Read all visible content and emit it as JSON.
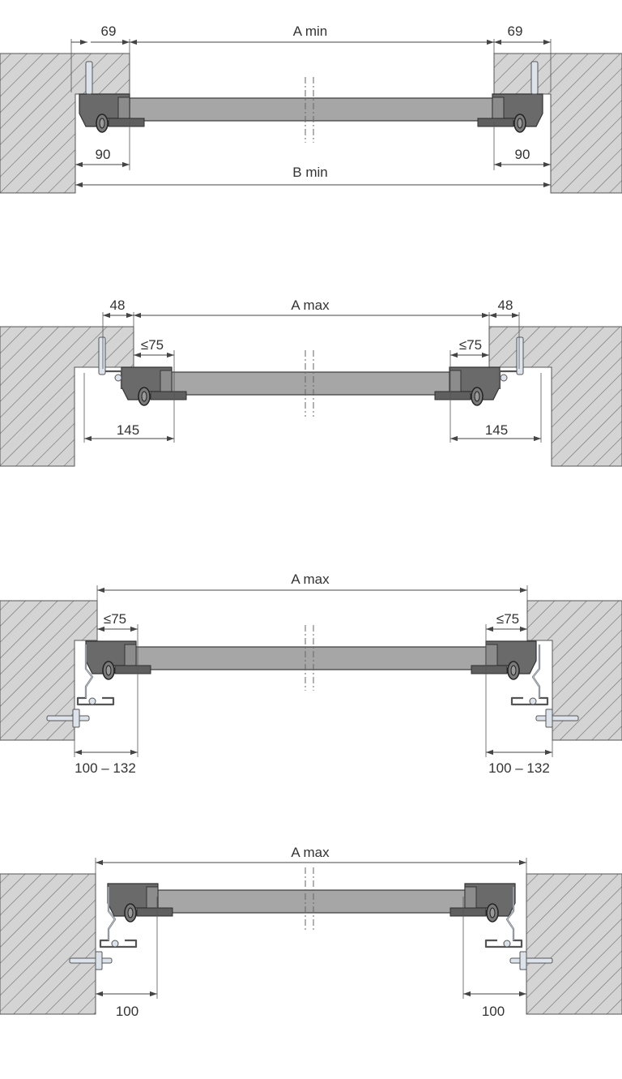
{
  "colors": {
    "wall_fill": "#d4d4d4",
    "rail": "#a6a6a6",
    "housing": "#6a6a6a",
    "line": "#444444"
  },
  "panel1": {
    "label_left_top": "69",
    "label_center_top": "A min",
    "label_right_top": "69",
    "label_left_bottom": "90",
    "label_right_bottom": "90",
    "label_total": "B min"
  },
  "panel2": {
    "label_left_top": "48",
    "label_center_top": "A max",
    "label_right_top": "48",
    "label_left_mid": "≤75",
    "label_right_mid": "≤75",
    "label_left_bottom": "145",
    "label_right_bottom": "145"
  },
  "panel3": {
    "label_center_top": "A max",
    "label_left_mid": "≤75",
    "label_right_mid": "≤75",
    "label_left_bottom": "100 – 132",
    "label_right_bottom": "100 – 132"
  },
  "panel4": {
    "label_center_top": "A max",
    "label_left_bottom": "100",
    "label_right_bottom": "100"
  }
}
